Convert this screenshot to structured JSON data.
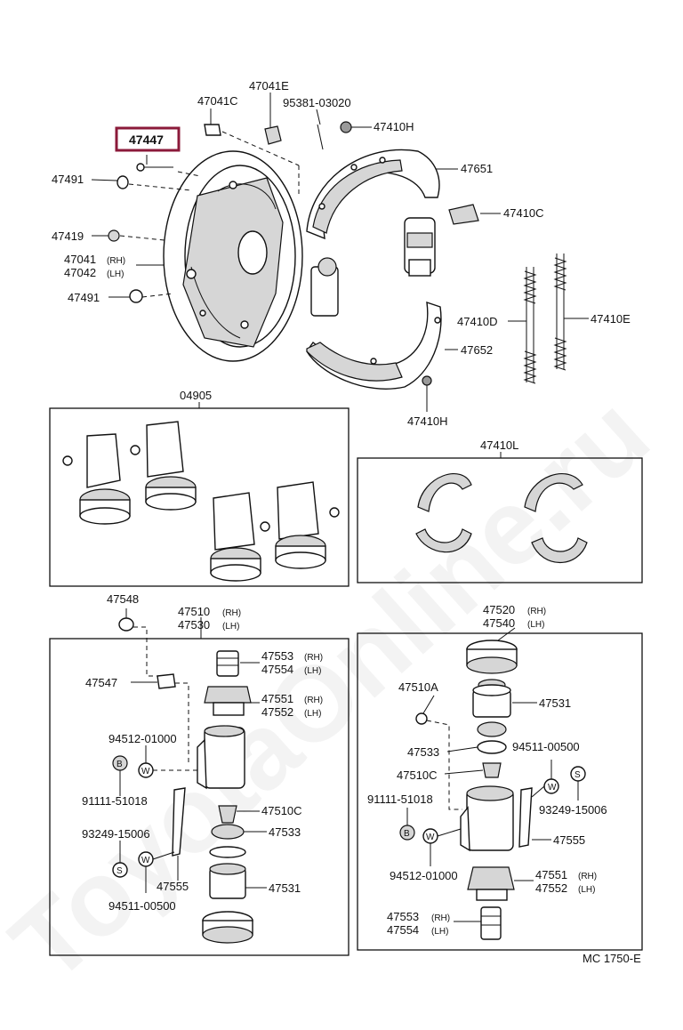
{
  "highlight": {
    "part": "47447",
    "color": "#8b1a3a"
  },
  "watermark": "ToyotaOnline.ru",
  "drawing_code": "MC  1750-E",
  "top": {
    "p47447": "47447",
    "p47041C": "47041C",
    "p47041E": "47041E",
    "p95381": "95381-03020",
    "p47410H_top": "47410H",
    "p47491_a": "47491",
    "p47651": "47651",
    "p47410C": "47410C",
    "p47419": "47419",
    "p47041": "47041",
    "p47041_rh": "(RH)",
    "p47042": "47042",
    "p47042_lh": "(LH)",
    "p47491_b": "47491",
    "p47410D": "47410D",
    "p47410E": "47410E",
    "p47652": "47652",
    "p47410H_bot": "47410H"
  },
  "kits": {
    "k04905": "04905",
    "k47410L": "47410L"
  },
  "left_cyl": {
    "p47548": "47548",
    "p47510": "47510",
    "p47510_rh": "(RH)",
    "p47530": "47530",
    "p47530_lh": "(LH)",
    "p47553": "47553",
    "p47553_rh": "(RH)",
    "p47554": "47554",
    "p47554_lh": "(LH)",
    "p47547": "47547",
    "p47551": "47551",
    "p47551_rh": "(RH)",
    "p47552": "47552",
    "p47552_lh": "(LH)",
    "p94512": "94512-01000",
    "p91111": "91111-51018",
    "p47510C": "47510C",
    "p93249": "93249-15006",
    "p47533": "47533",
    "p47555": "47555",
    "p47531": "47531",
    "p94511": "94511-00500",
    "marker_b": "B",
    "marker_w1": "W",
    "marker_s": "S",
    "marker_w2": "W"
  },
  "right_cyl": {
    "p47520": "47520",
    "p47520_rh": "(RH)",
    "p47540": "47540",
    "p47540_lh": "(LH)",
    "p47510A": "47510A",
    "p47531": "47531",
    "p47533": "47533",
    "p94511": "94511-00500",
    "p47510C": "47510C",
    "p91111": "91111-51018",
    "p93249": "93249-15006",
    "p47555": "47555",
    "p94512": "94512-01000",
    "p47551": "47551",
    "p47551_rh": "(RH)",
    "p47552": "47552",
    "p47552_lh": "(LH)",
    "p47553": "47553",
    "p47553_rh": "(RH)",
    "p47554": "47554",
    "p47554_lh": "(LH)",
    "marker_b": "B",
    "marker_w1": "W",
    "marker_s": "S",
    "marker_w2": "W"
  }
}
